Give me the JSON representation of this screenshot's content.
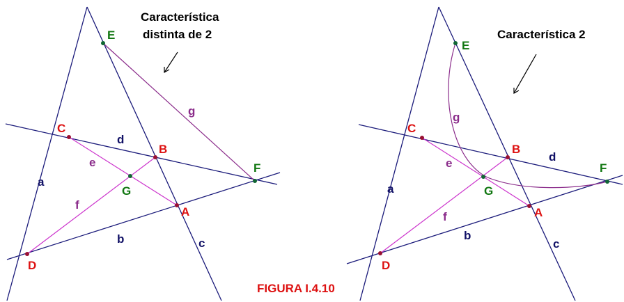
{
  "figure_label": "FIGURA I.4.10",
  "colors": {
    "line": "#1a1a7a",
    "magenta": "#cc33cc",
    "purple": "#8a2b8a",
    "red_label": "#dd1111",
    "green_label": "#117711",
    "navy_label": "#111166",
    "point_red": "#991133",
    "point_green": "#116633"
  },
  "left": {
    "caption_line1": "Característica",
    "caption_line2": "distinta de 2",
    "points": {
      "A": "A",
      "B": "B",
      "C": "C",
      "D": "D",
      "E": "E",
      "F": "F",
      "G": "G"
    },
    "lines": {
      "a": "a",
      "b": "b",
      "c": "c",
      "d": "d",
      "e": "e",
      "f": "f",
      "g": "g"
    }
  },
  "right": {
    "caption": "Característica 2",
    "points": {
      "A": "A",
      "B": "B",
      "C": "C",
      "D": "D",
      "E": "E",
      "F": "F",
      "G": "G"
    },
    "lines": {
      "a": "a",
      "b": "b",
      "c": "c",
      "d": "d",
      "e": "e",
      "f": "f",
      "g": "g"
    }
  }
}
